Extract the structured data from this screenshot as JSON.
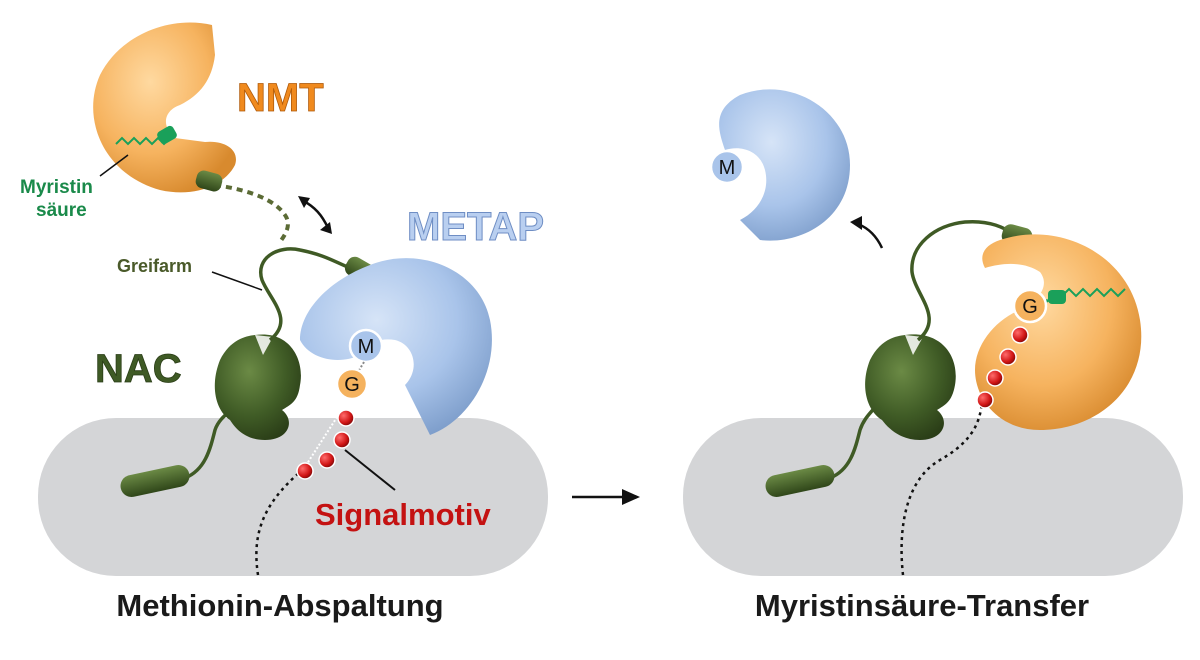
{
  "labels": {
    "nmt": "NMT",
    "metap": "METAP",
    "nac": "NAC",
    "myristin_line1": "Myristin",
    "myristin_line2": "säure",
    "greifarm": "Greifarm",
    "signalmotiv": "Signalmotiv",
    "caption_left": "Methionin-Abspaltung",
    "caption_right": "Myristinsäure-Transfer",
    "residue_m": "M",
    "residue_g": "G"
  },
  "colors": {
    "nmt": "#f5b25e",
    "metap": "#a9c4ea",
    "nac": "#3f5a25",
    "ribosome": "#d4d5d7",
    "signal": "#cc1111",
    "myristic": "#1aa05a"
  }
}
